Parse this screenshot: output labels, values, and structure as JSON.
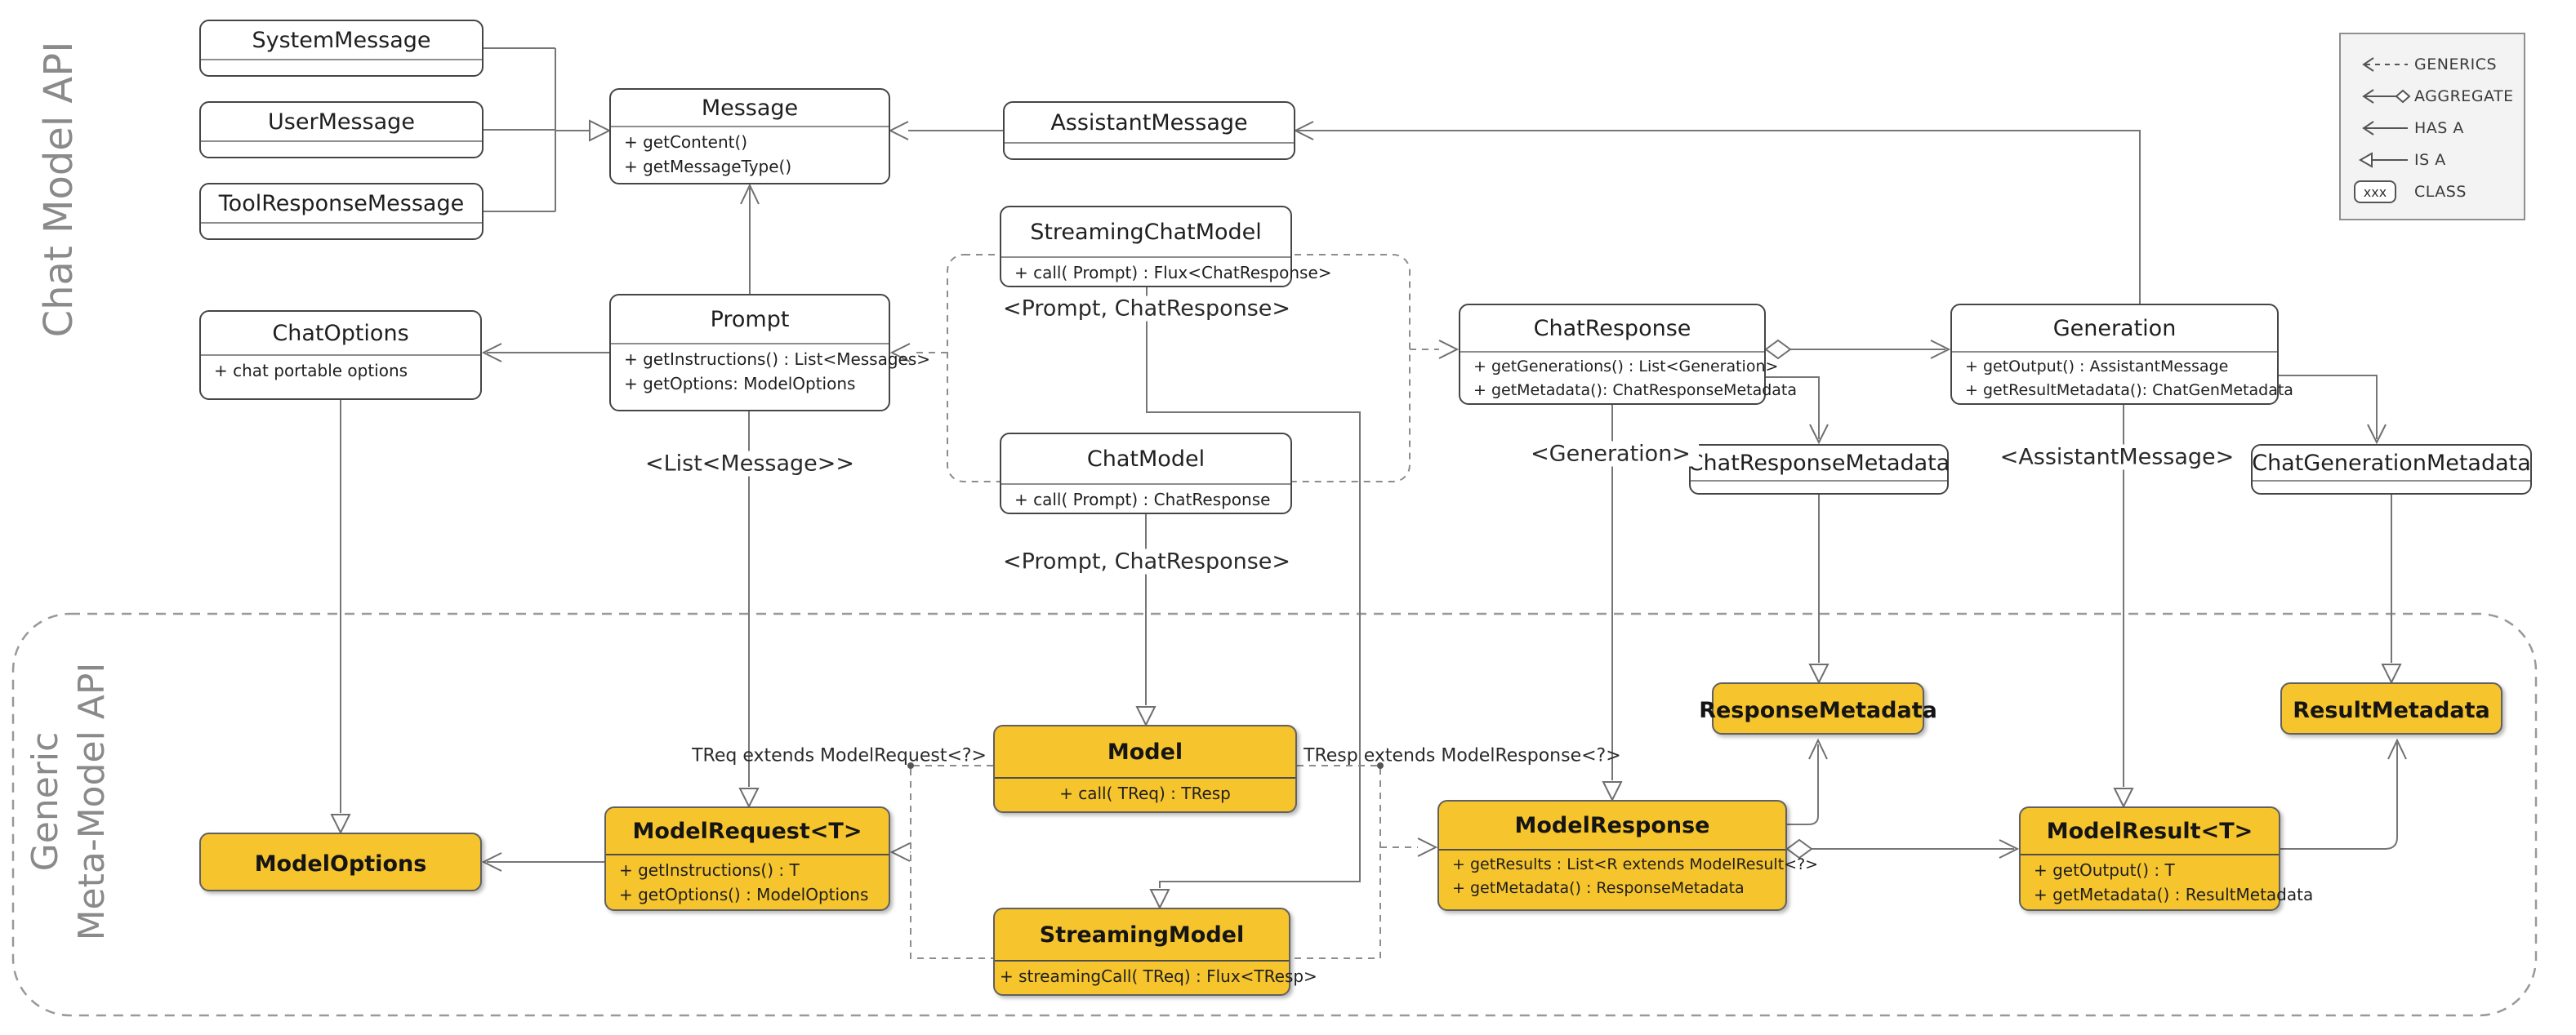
{
  "colors": {
    "accent_yellow": "#f6c42d",
    "box_border": "#454545",
    "line_gray": "#767676",
    "region_label_gray": "#8a8a8a",
    "legend_bg": "#f3f3f3"
  },
  "regions": {
    "top": "Chat Model API",
    "bottom_line1": "Generic",
    "bottom_line2": "Meta-Model API"
  },
  "legend": {
    "items": [
      {
        "id": "generics",
        "label": "GENERICS"
      },
      {
        "id": "aggregate",
        "label": "AGGREGATE"
      },
      {
        "id": "has_a",
        "label": "HAS A"
      },
      {
        "id": "is_a",
        "label": "IS A"
      },
      {
        "id": "class",
        "label": "CLASS"
      }
    ],
    "class_sample": "xxx"
  },
  "classes": [
    {
      "id": "system_message",
      "title": "SystemMessage",
      "methods": [],
      "variant": "white"
    },
    {
      "id": "user_message",
      "title": "UserMessage",
      "methods": [],
      "variant": "white"
    },
    {
      "id": "tool_response_message",
      "title": "ToolResponseMessage",
      "methods": [],
      "variant": "white"
    },
    {
      "id": "message",
      "title": "Message",
      "methods": [
        "+ getContent()",
        "+ getMessageType()"
      ],
      "variant": "white"
    },
    {
      "id": "assistant_message",
      "title": "AssistantMessage",
      "methods": [],
      "variant": "white"
    },
    {
      "id": "streaming_chat_model",
      "title": "StreamingChatModel",
      "methods": [
        "+ call( Prompt) : Flux<ChatResponse>"
      ],
      "variant": "white"
    },
    {
      "id": "chat_options",
      "title": "ChatOptions",
      "methods": [
        "+ chat portable options"
      ],
      "variant": "white"
    },
    {
      "id": "prompt",
      "title": "Prompt",
      "methods": [
        "+ getInstructions() : List<Messages>",
        "+ getOptions: ModelOptions"
      ],
      "variant": "white"
    },
    {
      "id": "chat_model",
      "title": "ChatModel",
      "methods": [
        "+ call( Prompt) : ChatResponse"
      ],
      "variant": "white"
    },
    {
      "id": "chat_response",
      "title": "ChatResponse",
      "methods": [
        "+ getGenerations() : List<Generation>",
        "+ getMetadata(): ChatResponseMetadata"
      ],
      "variant": "white"
    },
    {
      "id": "generation",
      "title": "Generation",
      "methods": [
        "+ getOutput() : AssistantMessage",
        "+ getResultMetadata(): ChatGenMetadata"
      ],
      "variant": "white"
    },
    {
      "id": "chat_response_metadata",
      "title": "ChatResponseMetadata",
      "methods": [],
      "variant": "white"
    },
    {
      "id": "chat_generation_metadata",
      "title": "ChatGenerationMetadata",
      "methods": [],
      "variant": "white"
    },
    {
      "id": "response_metadata",
      "title": "ResponseMetadata",
      "methods": [],
      "variant": "yellow"
    },
    {
      "id": "result_metadata",
      "title": "ResultMetadata",
      "methods": [],
      "variant": "yellow"
    },
    {
      "id": "model",
      "title": "Model",
      "methods": [
        "+ call( TReq) : TResp"
      ],
      "variant": "yellow"
    },
    {
      "id": "model_request",
      "title": "ModelRequest<T>",
      "methods": [
        "+ getInstructions() : T",
        "+ getOptions() : ModelOptions"
      ],
      "variant": "yellow"
    },
    {
      "id": "model_options",
      "title": "ModelOptions",
      "methods": [],
      "variant": "yellow"
    },
    {
      "id": "model_response",
      "title": "ModelResponse",
      "methods": [
        "+ getResults : List<R extends ModelResult<?>",
        "+ getMetadata() : ResponseMetadata"
      ],
      "variant": "yellow"
    },
    {
      "id": "model_result",
      "title": "ModelResult<T>",
      "methods": [
        "+ getOutput() : T",
        "+ getMetadata() : ResultMetadata"
      ],
      "variant": "yellow"
    },
    {
      "id": "streaming_model",
      "title": "StreamingModel",
      "methods": [
        "+ streamingCall( TReq) : Flux<TResp>"
      ],
      "variant": "yellow"
    }
  ],
  "type_labels": [
    {
      "id": "prompt_chatresponse_upper",
      "text": "<Prompt, ChatResponse>"
    },
    {
      "id": "list_message",
      "text": "<List<Message>>"
    },
    {
      "id": "prompt_chatresponse_lower",
      "text": "<Prompt, ChatResponse>"
    },
    {
      "id": "generation_generic",
      "text": "<Generation>"
    },
    {
      "id": "assistant_message_generic",
      "text": "<AssistantMessage>"
    },
    {
      "id": "treq_bound",
      "text": "TReq extends ModelRequest<?>"
    },
    {
      "id": "tresp_bound",
      "text": "TResp extends ModelResponse<?>"
    }
  ]
}
